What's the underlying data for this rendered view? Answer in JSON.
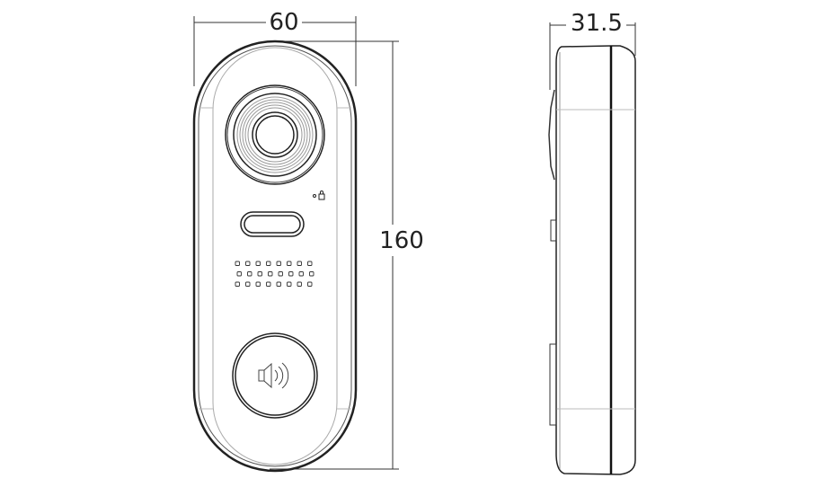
{
  "dimensions": {
    "width": "60",
    "height": "160",
    "depth": "31.5"
  },
  "views": {
    "front": "front-view",
    "side": "side-view"
  },
  "icons": [
    "camera-lens",
    "lock-icon",
    "call-button-speaker-icon",
    "speaker-grille"
  ]
}
